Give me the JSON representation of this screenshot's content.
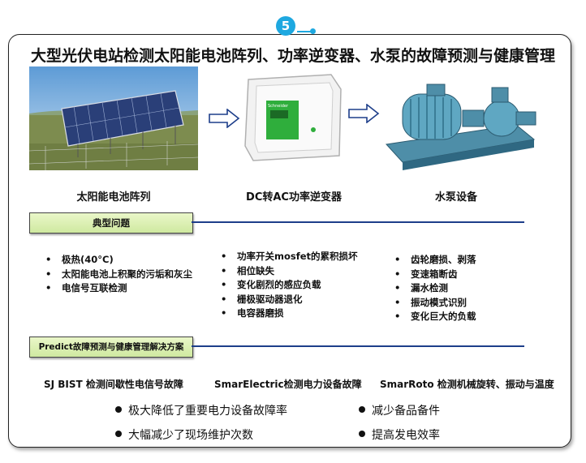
{
  "step_number": "5",
  "title": "大型光伏电站检测太阳能电池阵列、功率逆变器、水泵的故障预测与健康管理",
  "images": {
    "solar": {
      "caption": "太阳能电池阵列"
    },
    "inverter": {
      "caption": "DC转AC功率逆变器"
    },
    "pump": {
      "caption": "水泵设备"
    }
  },
  "problems": {
    "label": "典型问题",
    "col1": [
      "极热(40°C)",
      "太阳能电池上积聚的污垢和灰尘",
      "电信号互联检测"
    ],
    "col2": [
      "功率开关mosfet的累积损坏",
      "相位缺失",
      "变化剧烈的感应负载",
      "栅极驱动器退化",
      "电容器磨损"
    ],
    "col3": [
      "齿轮磨损、剥落",
      "变速箱断齿",
      "漏水检测",
      "振动模式识别",
      "变化巨大的负载"
    ]
  },
  "solutions": {
    "label": "Predict故障预测与健康管理解决方案",
    "items": [
      "SJ BIST 检测间歇性电信号故障",
      "SmarElectric检测电力设备故障",
      "SmarRoto 检测机械旋转、振动与温度"
    ]
  },
  "benefits": [
    "极大降低了重要电力设备故障率",
    "减少备品备件",
    "大幅减少了现场维护次数",
    "提高发电效率"
  ],
  "colors": {
    "accent": "#1ea8e0",
    "label_bg": "#d8efae",
    "rule": "#1d3e8a"
  }
}
